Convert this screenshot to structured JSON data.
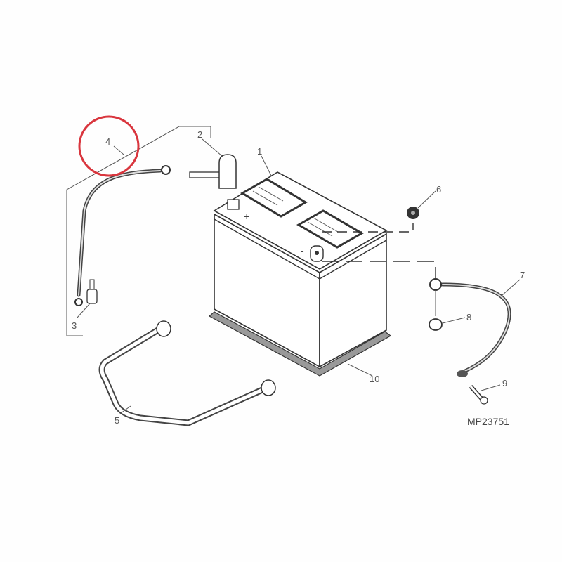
{
  "diagram": {
    "reference_number": "MP23751",
    "highlight_color": "#d9363e",
    "highlighted_callout": "4",
    "callouts": [
      {
        "id": "1",
        "label": "1"
      },
      {
        "id": "2",
        "label": "2"
      },
      {
        "id": "3",
        "label": "3"
      },
      {
        "id": "4",
        "label": "4"
      },
      {
        "id": "5",
        "label": "5"
      },
      {
        "id": "6",
        "label": "6"
      },
      {
        "id": "7",
        "label": "7"
      },
      {
        "id": "8",
        "label": "8"
      },
      {
        "id": "9",
        "label": "9"
      },
      {
        "id": "10",
        "label": "10"
      }
    ],
    "terminal_marks": {
      "positive": "+",
      "negative": "-"
    }
  }
}
